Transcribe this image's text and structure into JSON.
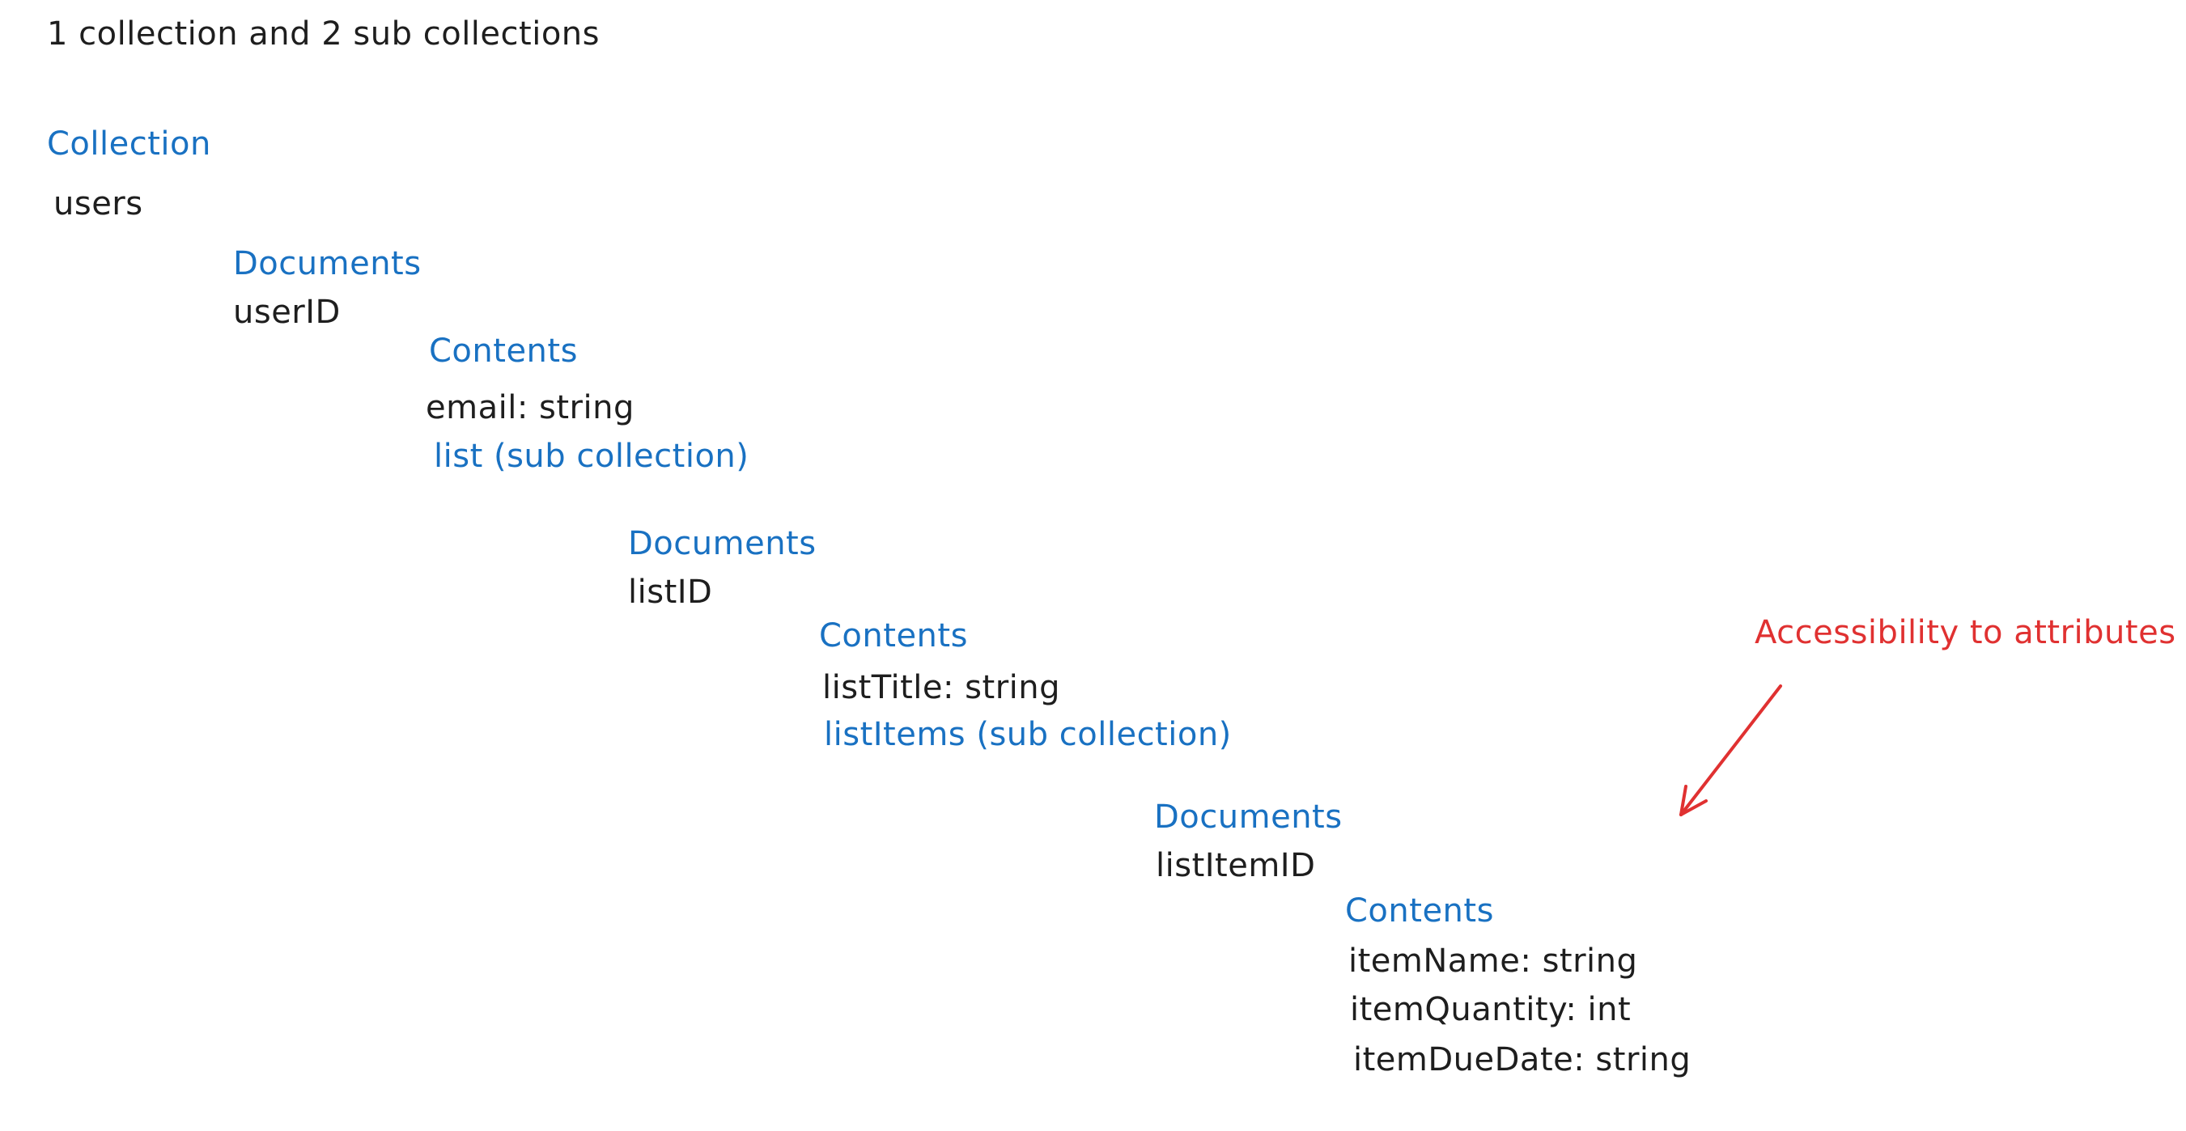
{
  "colors": {
    "dark": "#1e1e1e",
    "blue": "#1971c2",
    "red": "#e03131"
  },
  "diagram": {
    "title": "1 collection and 2 sub collections",
    "collection_heading": "Collection",
    "collection_name": "users",
    "level1": {
      "documents_heading": "Documents",
      "document_id": "userID",
      "contents_heading": "Contents",
      "fields": [
        "email: string"
      ],
      "subcollection": "list (sub collection)"
    },
    "level2": {
      "documents_heading": "Documents",
      "document_id": "listID",
      "contents_heading": "Contents",
      "fields": [
        "listTitle: string"
      ],
      "subcollection": "listItems (sub collection)"
    },
    "level3": {
      "documents_heading": "Documents",
      "document_id": "listItemID",
      "contents_heading": "Contents",
      "fields": [
        "itemName: string",
        "itemQuantity: int",
        "itemDueDate: string"
      ]
    },
    "annotation": {
      "text": "Accessibility to attributes",
      "icon": "arrow-down-left-icon"
    }
  }
}
